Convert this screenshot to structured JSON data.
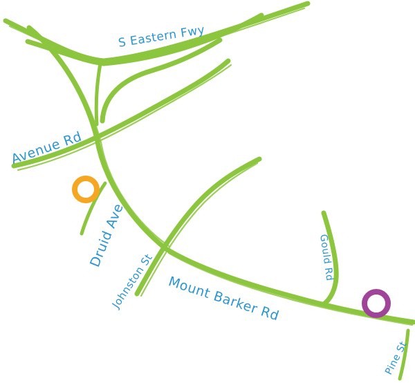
{
  "colors": {
    "road": "#8cc63f",
    "label": "#2b95d1",
    "marker_orange": "#f5a623",
    "marker_purple": "#a0449a",
    "background": "#ffffff"
  },
  "roads": {
    "s_eastern_fwy": "S Eastern Fwy",
    "avenue_rd": "Avenue Rd",
    "druid_ave": "Druid Ave",
    "johnston_st": "Johnston St",
    "mount_barker_rd": "Mount Barker Rd",
    "gould_rd": "Gould Rd",
    "pine_st": "Pine St"
  },
  "markers": {
    "orange": "orange-ring-marker",
    "purple": "purple-ring-marker"
  }
}
